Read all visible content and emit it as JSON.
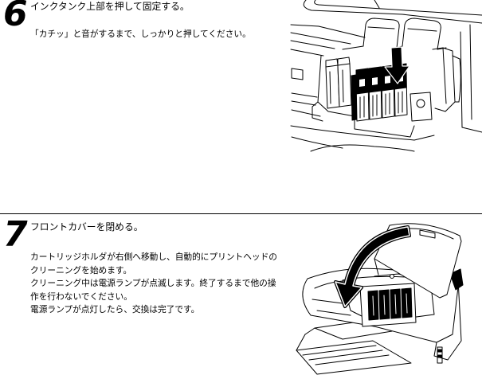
{
  "steps": [
    {
      "number": "6",
      "heading": "インクタンク上部を押して固定する。",
      "body": [
        "「カチッ」と音がするまで、しっかりと押してください。"
      ]
    },
    {
      "number": "7",
      "heading": "フロントカバーを閉める。",
      "body": [
        "カートリッジホルダが右側へ移動し、自動的にプリントヘッドの",
        "クリーニングを始めます。",
        "クリーニング中は電源ランプが点滅します。終了するまで他の操",
        "作を行わないでください。",
        "電源ランプが点灯したら、交換は完了です。"
      ]
    }
  ],
  "icons": {
    "step6_illustration": "ink-tank-press-illustration",
    "step6_arrow": "down-arrow-icon",
    "step7_illustration": "front-cover-close-illustration",
    "step7_arrow": "curved-arrow-icon"
  },
  "colors": {
    "text": "#000000",
    "background": "#ffffff",
    "line_art": "#000000"
  }
}
